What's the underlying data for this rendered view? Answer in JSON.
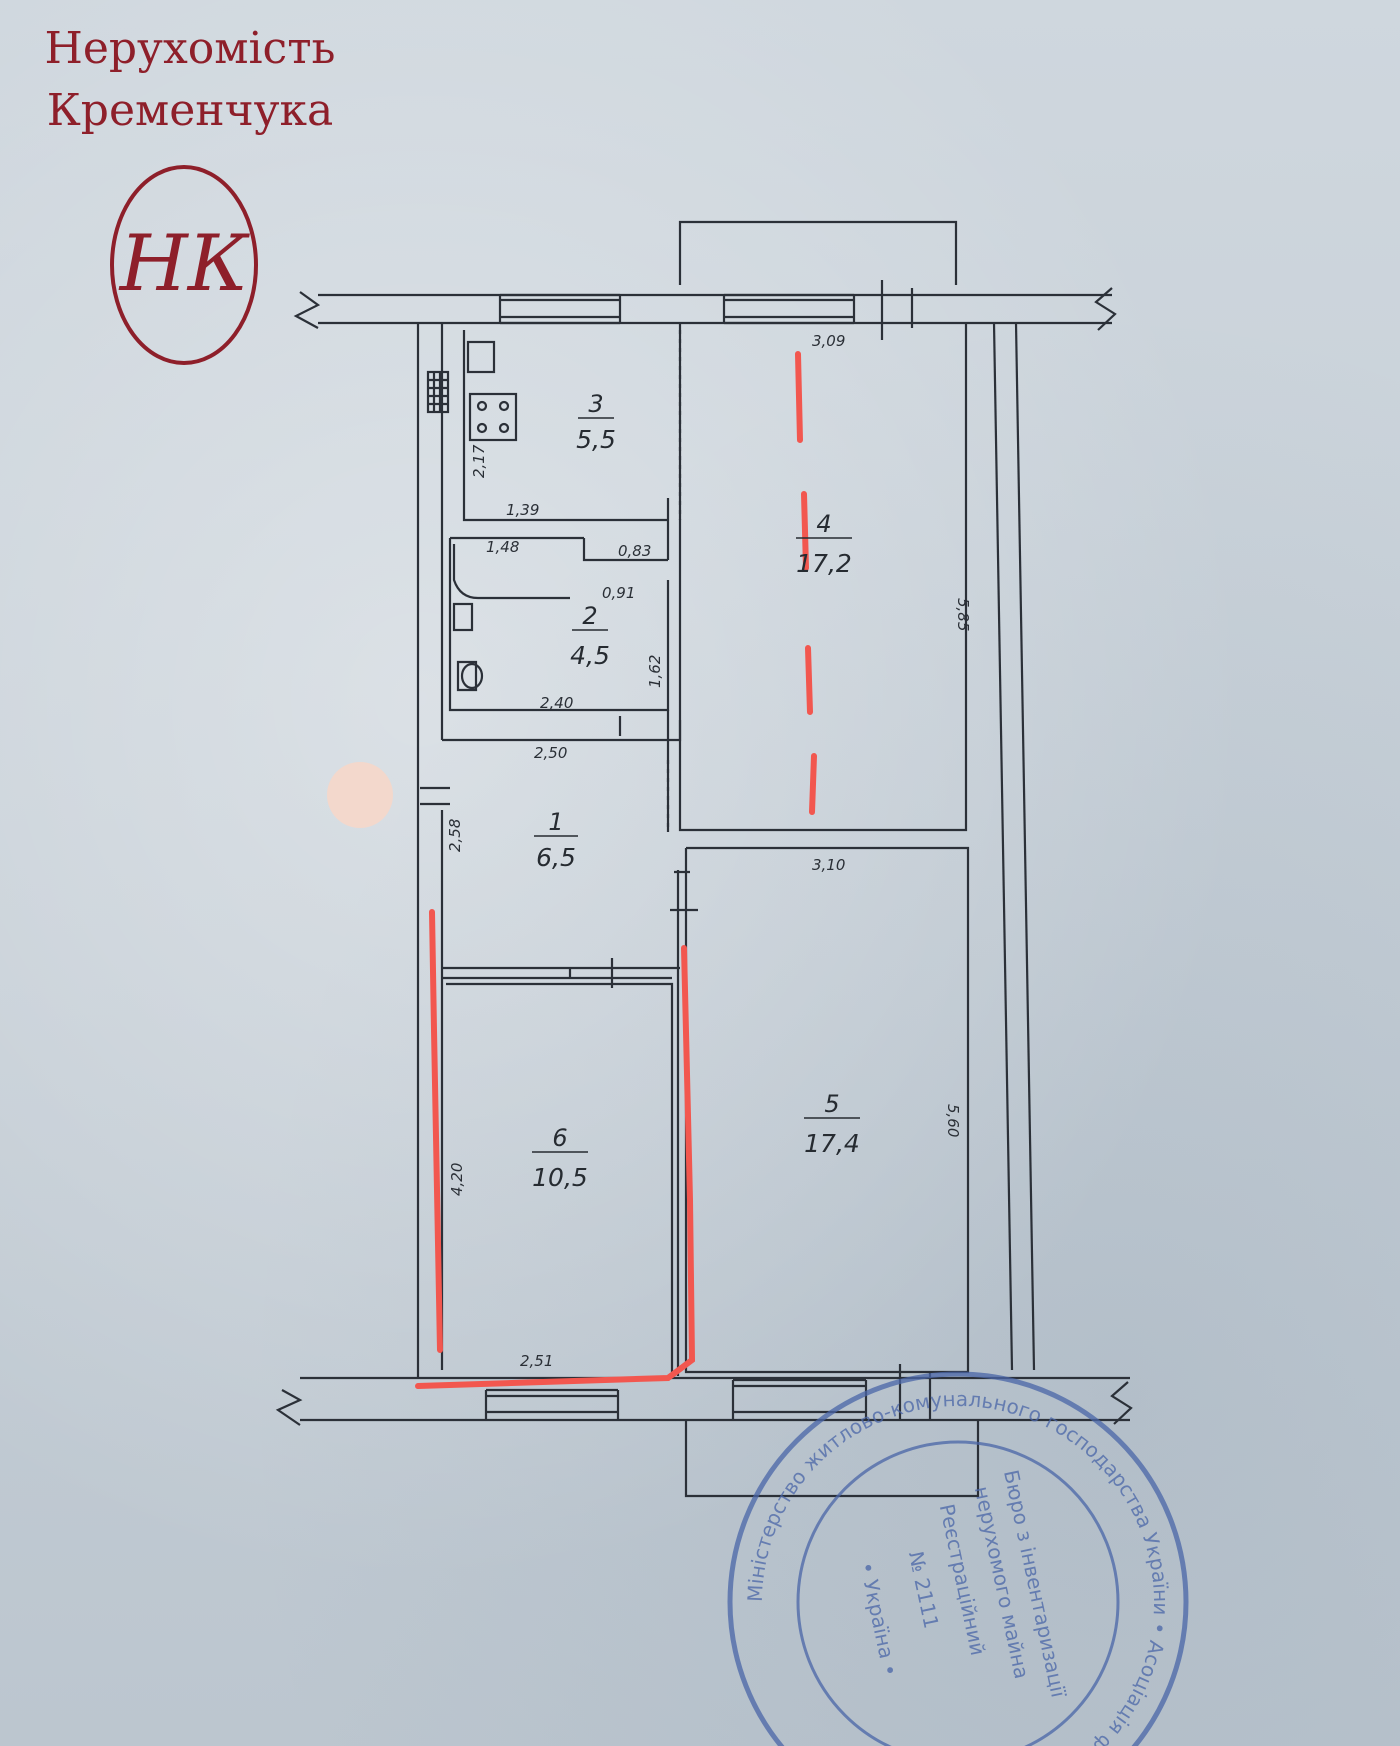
{
  "brand": {
    "line1": "Нерухомість",
    "line2": "Кременчука",
    "monogram": "НК",
    "color": "#8e1f2a"
  },
  "rooms": [
    {
      "number": "1",
      "area": "6,5"
    },
    {
      "number": "2",
      "area": "4,5"
    },
    {
      "number": "3",
      "area": "5,5"
    },
    {
      "number": "4",
      "area": "17,2"
    },
    {
      "number": "5",
      "area": "17,4"
    },
    {
      "number": "6",
      "area": "10,5"
    }
  ],
  "dimensions": {
    "kitchen_height": "2,17",
    "kitchen_width": "1,39",
    "bath_width": "1,48",
    "toilet_width": "0,83",
    "toilet_depth": "0,91",
    "wc_height": "1,62",
    "wc_width": "2,40",
    "hall_width": "2,50",
    "hall_height": "2,58",
    "room4_width": "3,09",
    "room4_height": "5,85",
    "room5_width": "3,10",
    "room5_height": "5,60",
    "room6_height": "4,20",
    "room6_width": "2,51"
  },
  "stamp": {
    "ring_text": "Міністерство житлово-комунального господарства України • Асоціація фахівців",
    "line1": "Бюро з інвентаризації",
    "line2": "нерухомого майна",
    "line3": "Реєстраційний",
    "line4": "№ 2111",
    "line5": "• Україна •"
  },
  "colors": {
    "ink": "#2b3038",
    "markup": "#f2574f",
    "stamp": "#4a66a8"
  }
}
